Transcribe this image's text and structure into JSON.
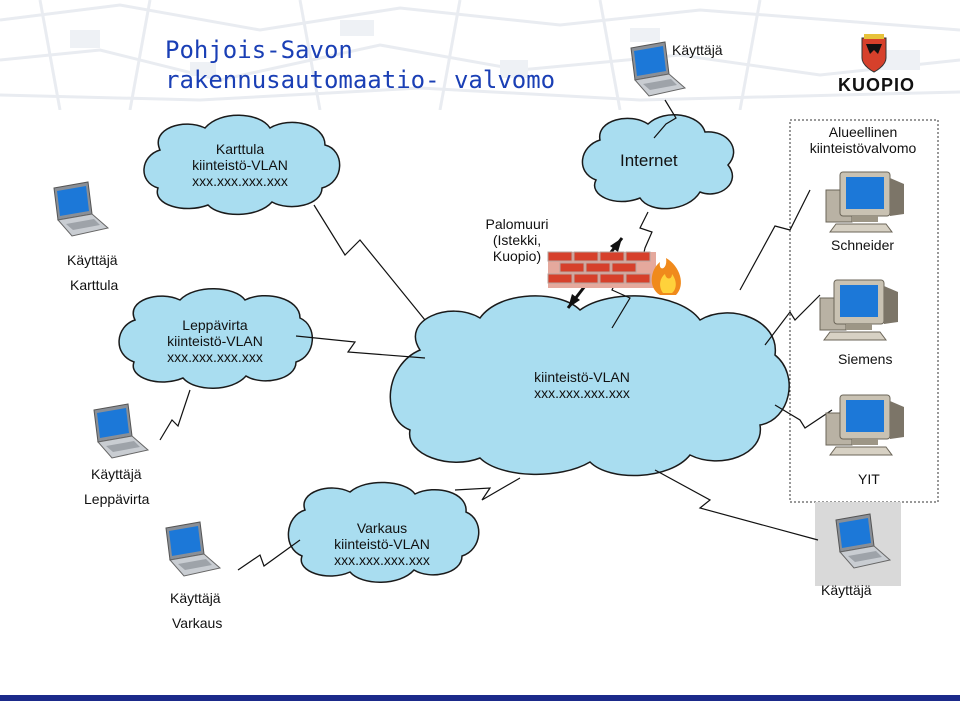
{
  "title": {
    "line1": "Pohjois-Savon",
    "line2": "rakennusautomaatio- valvomo"
  },
  "logo": {
    "text": "KUOPIO"
  },
  "clouds": {
    "karttula": {
      "l1": "Karttula",
      "l2": "kiinteistö-VLAN",
      "l3": "xxx.xxx.xxx.xxx"
    },
    "internet": {
      "label": "Internet"
    },
    "leppavirta": {
      "l1": "Leppävirta",
      "l2": "kiinteistö-VLAN",
      "l3": "xxx.xxx.xxx.xxx"
    },
    "main": {
      "l1": "kiinteistö-VLAN",
      "l2": "xxx.xxx.xxx.xxx"
    },
    "varkaus": {
      "l1": "Varkaus",
      "l2": "kiinteistö-VLAN",
      "l3": "xxx.xxx.xxx.xxx"
    }
  },
  "firewall": {
    "l1": "Palomuuri",
    "l2": "(Istekki,",
    "l3": "Kuopio)"
  },
  "regional": {
    "l1": "Alueellinen",
    "l2": "kiinteistövalvomo",
    "vendors": [
      "Schneider",
      "Siemens",
      "YIT"
    ]
  },
  "users": {
    "top": "Käyttäjä",
    "karttula": {
      "role": "Käyttäjä",
      "place": "Karttula"
    },
    "leppavirta": {
      "role": "Käyttäjä",
      "place": "Leppävirta"
    },
    "varkaus": {
      "role": "Käyttäjä",
      "place": "Varkaus"
    },
    "right": "Käyttäjä"
  },
  "colors": {
    "cloud_fill": "#a9ddf0",
    "cloud_stroke": "#1a1a1a",
    "title": "#1a3fb5",
    "firewall_brick": "#d6402b",
    "monitor_screen": "#1c78d8"
  }
}
